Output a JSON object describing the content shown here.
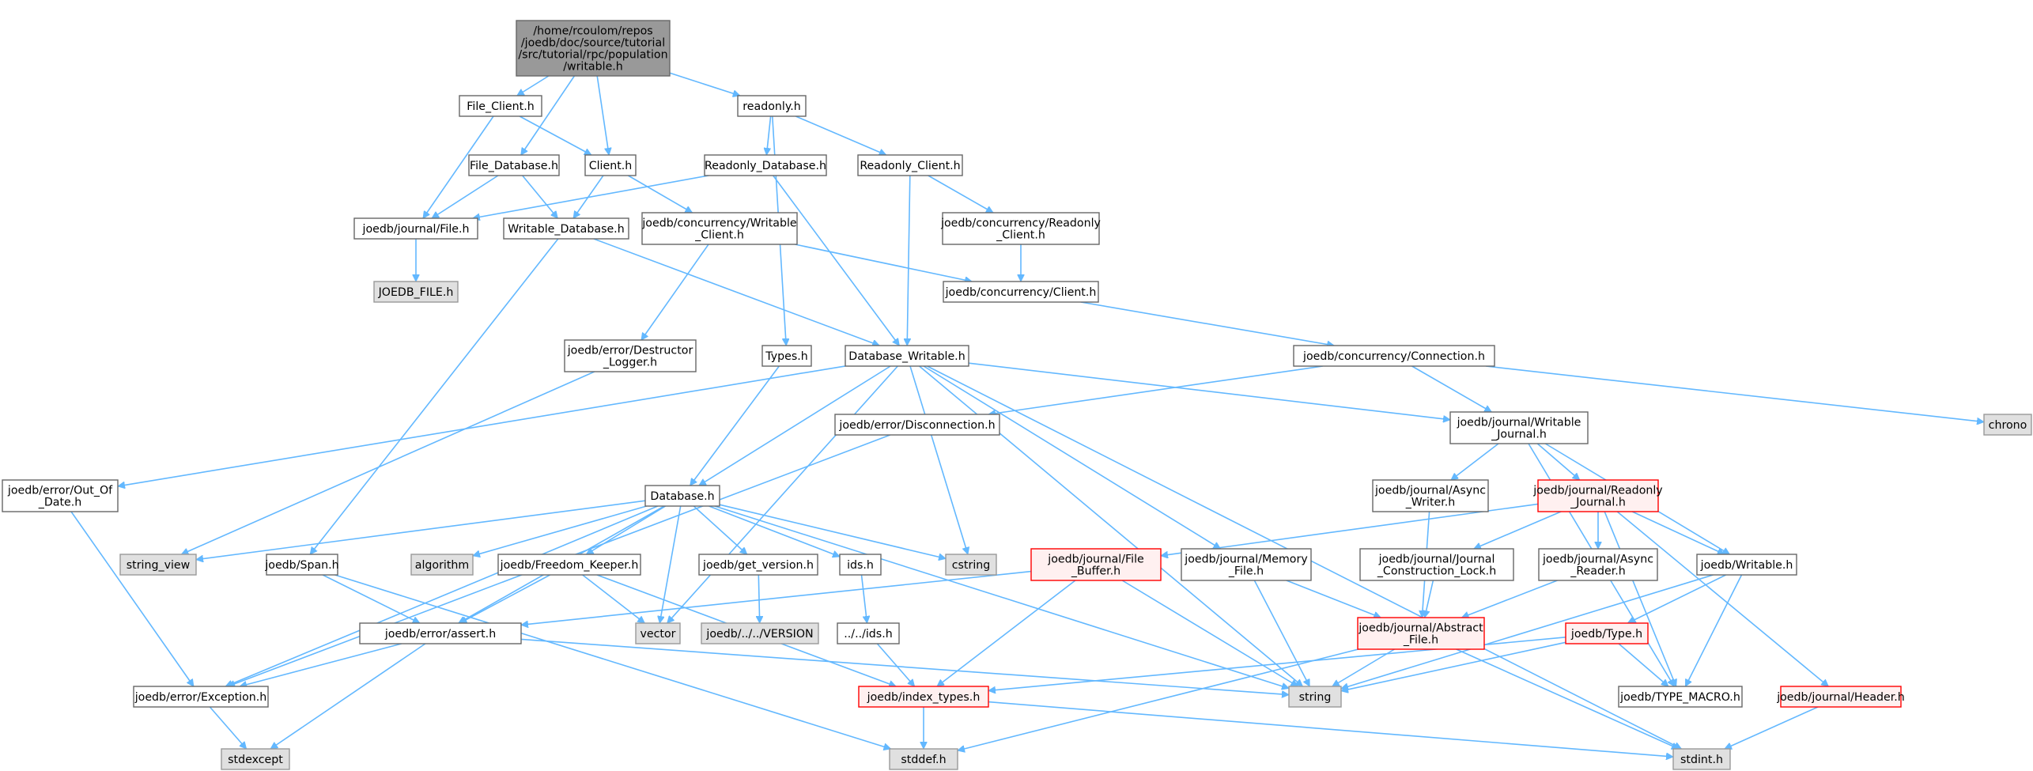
{
  "graph": {
    "colors": {
      "edge": "#63b8ff",
      "root_fill": "#999999",
      "root_stroke": "#666666",
      "normal_fill": "#ffffff",
      "normal_stroke": "#666666",
      "system_fill": "#e0e0e0",
      "system_stroke": "#999999",
      "incomplete_fill": "#fff0f0",
      "incomplete_stroke": "#ff0000"
    },
    "nodes": [
      {
        "id": "root",
        "kind": "root",
        "lines": [
          "/home/rcoulom/repos",
          "/joedb/doc/source/tutorial",
          "/src/tutorial/rpc/population",
          "/writable.h"
        ]
      },
      {
        "id": "file_client",
        "kind": "normal",
        "lines": [
          "File_Client.h"
        ]
      },
      {
        "id": "readonly",
        "kind": "normal",
        "lines": [
          "readonly.h"
        ]
      },
      {
        "id": "file_database",
        "kind": "normal",
        "lines": [
          "File_Database.h"
        ]
      },
      {
        "id": "client",
        "kind": "normal",
        "lines": [
          "Client.h"
        ]
      },
      {
        "id": "readonly_database",
        "kind": "normal",
        "lines": [
          "Readonly_Database.h"
        ]
      },
      {
        "id": "readonly_client",
        "kind": "normal",
        "lines": [
          "Readonly_Client.h"
        ]
      },
      {
        "id": "journal_file",
        "kind": "normal",
        "lines": [
          "joedb/journal/File.h"
        ]
      },
      {
        "id": "writable_database",
        "kind": "normal",
        "lines": [
          "Writable_Database.h"
        ]
      },
      {
        "id": "conc_writable_client",
        "kind": "normal",
        "lines": [
          "joedb/concurrency/Writable",
          "_Client.h"
        ]
      },
      {
        "id": "conc_readonly_client",
        "kind": "normal",
        "lines": [
          "joedb/concurrency/Readonly",
          "_Client.h"
        ]
      },
      {
        "id": "joedb_file",
        "kind": "system",
        "lines": [
          "JOEDB_FILE.h"
        ]
      },
      {
        "id": "conc_client",
        "kind": "normal",
        "lines": [
          "joedb/concurrency/Client.h"
        ]
      },
      {
        "id": "destructor_logger",
        "kind": "normal",
        "lines": [
          "joedb/error/Destructor",
          "_Logger.h"
        ]
      },
      {
        "id": "types",
        "kind": "normal",
        "lines": [
          "Types.h"
        ]
      },
      {
        "id": "database_writable",
        "kind": "normal",
        "lines": [
          "Database_Writable.h"
        ]
      },
      {
        "id": "conc_connection",
        "kind": "normal",
        "lines": [
          "joedb/concurrency/Connection.h"
        ]
      },
      {
        "id": "chrono",
        "kind": "system",
        "lines": [
          "chrono"
        ]
      },
      {
        "id": "disconnection",
        "kind": "normal",
        "lines": [
          "joedb/error/Disconnection.h"
        ]
      },
      {
        "id": "writable_journal",
        "kind": "normal",
        "lines": [
          "joedb/journal/Writable",
          "_Journal.h"
        ]
      },
      {
        "id": "out_of_date",
        "kind": "normal",
        "lines": [
          "joedb/error/Out_Of",
          "_Date.h"
        ]
      },
      {
        "id": "database",
        "kind": "normal",
        "lines": [
          "Database.h"
        ]
      },
      {
        "id": "async_writer",
        "kind": "normal",
        "lines": [
          "joedb/journal/Async",
          "_Writer.h"
        ]
      },
      {
        "id": "readonly_journal",
        "kind": "incomplete",
        "lines": [
          "joedb/journal/Readonly",
          "_Journal.h"
        ]
      },
      {
        "id": "string_view",
        "kind": "system",
        "lines": [
          "string_view"
        ]
      },
      {
        "id": "span",
        "kind": "normal",
        "lines": [
          "joedb/Span.h"
        ]
      },
      {
        "id": "algorithm",
        "kind": "system",
        "lines": [
          "algorithm"
        ]
      },
      {
        "id": "freedom_keeper",
        "kind": "normal",
        "lines": [
          "joedb/Freedom_Keeper.h"
        ]
      },
      {
        "id": "get_version",
        "kind": "normal",
        "lines": [
          "joedb/get_version.h"
        ]
      },
      {
        "id": "ids",
        "kind": "normal",
        "lines": [
          "ids.h"
        ]
      },
      {
        "id": "cstring",
        "kind": "system",
        "lines": [
          "cstring"
        ]
      },
      {
        "id": "file_buffer",
        "kind": "incomplete",
        "lines": [
          "joedb/journal/File",
          "_Buffer.h"
        ]
      },
      {
        "id": "memory_file",
        "kind": "normal",
        "lines": [
          "joedb/journal/Memory",
          "_File.h"
        ]
      },
      {
        "id": "construction_lock",
        "kind": "normal",
        "lines": [
          "joedb/journal/Journal",
          "_Construction_Lock.h"
        ]
      },
      {
        "id": "async_reader",
        "kind": "normal",
        "lines": [
          "joedb/journal/Async",
          "_Reader.h"
        ]
      },
      {
        "id": "writable",
        "kind": "normal",
        "lines": [
          "joedb/Writable.h"
        ]
      },
      {
        "id": "assert",
        "kind": "normal",
        "lines": [
          "joedb/error/assert.h"
        ]
      },
      {
        "id": "vector",
        "kind": "system",
        "lines": [
          "vector"
        ]
      },
      {
        "id": "version",
        "kind": "system",
        "lines": [
          "joedb/../../VERSION"
        ]
      },
      {
        "id": "up_ids",
        "kind": "normal",
        "lines": [
          "../../ids.h"
        ]
      },
      {
        "id": "abstract_file",
        "kind": "incomplete",
        "lines": [
          "joedb/journal/Abstract",
          "_File.h"
        ]
      },
      {
        "id": "type",
        "kind": "incomplete",
        "lines": [
          "joedb/Type.h"
        ]
      },
      {
        "id": "exception",
        "kind": "normal",
        "lines": [
          "joedb/error/Exception.h"
        ]
      },
      {
        "id": "index_types",
        "kind": "incomplete",
        "lines": [
          "joedb/index_types.h"
        ]
      },
      {
        "id": "string",
        "kind": "system",
        "lines": [
          "string"
        ]
      },
      {
        "id": "type_macro",
        "kind": "normal",
        "lines": [
          "joedb/TYPE_MACRO.h"
        ]
      },
      {
        "id": "header",
        "kind": "incomplete",
        "lines": [
          "joedb/journal/Header.h"
        ]
      },
      {
        "id": "stdexcept",
        "kind": "system",
        "lines": [
          "stdexcept"
        ]
      },
      {
        "id": "stddef",
        "kind": "system",
        "lines": [
          "stddef.h"
        ]
      },
      {
        "id": "stdint",
        "kind": "system",
        "lines": [
          "stdint.h"
        ]
      }
    ],
    "edges": [
      [
        "root",
        "file_client"
      ],
      [
        "root",
        "file_database"
      ],
      [
        "root",
        "client"
      ],
      [
        "root",
        "readonly"
      ],
      [
        "file_client",
        "journal_file"
      ],
      [
        "file_client",
        "client"
      ],
      [
        "readonly",
        "readonly_database"
      ],
      [
        "readonly",
        "readonly_client"
      ],
      [
        "readonly",
        "types"
      ],
      [
        "file_database",
        "journal_file"
      ],
      [
        "file_database",
        "writable_database"
      ],
      [
        "client",
        "writable_database"
      ],
      [
        "client",
        "conc_writable_client"
      ],
      [
        "readonly_database",
        "journal_file"
      ],
      [
        "readonly_database",
        "database_writable"
      ],
      [
        "readonly_client",
        "conc_readonly_client"
      ],
      [
        "readonly_client",
        "database_writable"
      ],
      [
        "journal_file",
        "joedb_file"
      ],
      [
        "writable_database",
        "database_writable"
      ],
      [
        "writable_database",
        "span"
      ],
      [
        "conc_writable_client",
        "conc_client"
      ],
      [
        "conc_writable_client",
        "destructor_logger"
      ],
      [
        "conc_readonly_client",
        "conc_client"
      ],
      [
        "conc_client",
        "conc_connection"
      ],
      [
        "destructor_logger",
        "string_view"
      ],
      [
        "types",
        "database"
      ],
      [
        "database_writable",
        "database"
      ],
      [
        "database_writable",
        "out_of_date"
      ],
      [
        "database_writable",
        "writable_journal"
      ],
      [
        "database_writable",
        "memory_file"
      ],
      [
        "database_writable",
        "cstring"
      ],
      [
        "database_writable",
        "vector"
      ],
      [
        "database_writable",
        "string"
      ],
      [
        "database_writable",
        "stdint"
      ],
      [
        "conc_connection",
        "chrono"
      ],
      [
        "conc_connection",
        "disconnection"
      ],
      [
        "conc_connection",
        "writable_journal"
      ],
      [
        "disconnection",
        "exception"
      ],
      [
        "writable_journal",
        "async_writer"
      ],
      [
        "writable_journal",
        "readonly_journal"
      ],
      [
        "writable_journal",
        "writable"
      ],
      [
        "writable_journal",
        "type_macro"
      ],
      [
        "out_of_date",
        "exception"
      ],
      [
        "database",
        "string_view"
      ],
      [
        "database",
        "algorithm"
      ],
      [
        "database",
        "freedom_keeper"
      ],
      [
        "database",
        "get_version"
      ],
      [
        "database",
        "ids"
      ],
      [
        "database",
        "cstring"
      ],
      [
        "database",
        "vector"
      ],
      [
        "database",
        "assert"
      ],
      [
        "database",
        "exception"
      ],
      [
        "database",
        "string"
      ],
      [
        "async_writer",
        "abstract_file"
      ],
      [
        "readonly_journal",
        "file_buffer"
      ],
      [
        "readonly_journal",
        "construction_lock"
      ],
      [
        "readonly_journal",
        "async_reader"
      ],
      [
        "readonly_journal",
        "writable"
      ],
      [
        "readonly_journal",
        "header"
      ],
      [
        "readonly_journal",
        "type_macro"
      ],
      [
        "span",
        "assert"
      ],
      [
        "span",
        "stddef"
      ],
      [
        "freedom_keeper",
        "assert"
      ],
      [
        "freedom_keeper",
        "vector"
      ],
      [
        "freedom_keeper",
        "index_types"
      ],
      [
        "get_version",
        "version"
      ],
      [
        "ids",
        "up_ids"
      ],
      [
        "file_buffer",
        "assert"
      ],
      [
        "file_buffer",
        "index_types"
      ],
      [
        "file_buffer",
        "string"
      ],
      [
        "memory_file",
        "abstract_file"
      ],
      [
        "memory_file",
        "string"
      ],
      [
        "construction_lock",
        "abstract_file"
      ],
      [
        "async_reader",
        "abstract_file"
      ],
      [
        "writable",
        "type"
      ],
      [
        "writable",
        "type_macro"
      ],
      [
        "writable",
        "string"
      ],
      [
        "assert",
        "exception"
      ],
      [
        "assert",
        "stdexcept"
      ],
      [
        "assert",
        "string"
      ],
      [
        "up_ids",
        "index_types"
      ],
      [
        "abstract_file",
        "string"
      ],
      [
        "abstract_file",
        "stddef"
      ],
      [
        "abstract_file",
        "stdint"
      ],
      [
        "type",
        "index_types"
      ],
      [
        "type",
        "type_macro"
      ],
      [
        "type",
        "string"
      ],
      [
        "exception",
        "stdexcept"
      ],
      [
        "index_types",
        "stddef"
      ],
      [
        "index_types",
        "stdint"
      ],
      [
        "header",
        "stdint"
      ]
    ]
  }
}
